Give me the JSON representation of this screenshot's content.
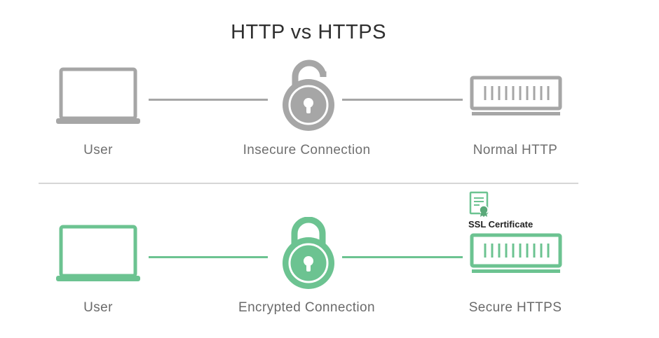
{
  "title": "HTTP vs HTTPS",
  "colors": {
    "insecure": "#a6a6a6",
    "secure": "#6cc391",
    "secure_dark": "#5aa979",
    "divider": "#d6d6d6"
  },
  "http_row": {
    "user_label": "User",
    "connection_label": "Insecure Connection",
    "server_label": "Normal HTTP",
    "icons": [
      "laptop-icon",
      "lock-open-icon",
      "server-icon"
    ]
  },
  "https_row": {
    "user_label": "User",
    "connection_label": "Encrypted Connection",
    "server_label": "Secure HTTPS",
    "certificate_label": "SSL Certificate",
    "icons": [
      "laptop-icon",
      "lock-closed-icon",
      "certificate-icon",
      "server-icon"
    ]
  }
}
